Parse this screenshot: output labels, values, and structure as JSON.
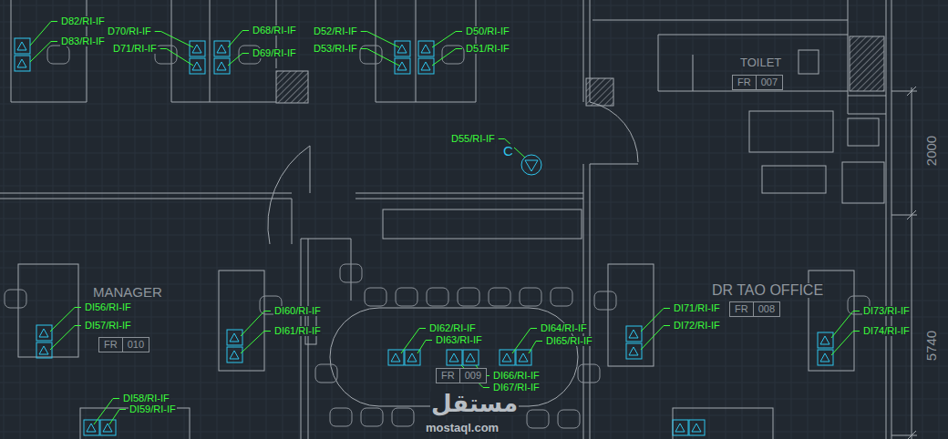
{
  "diagram": {
    "nodes": [
      {
        "text": [
          "TOILET",
          "FR",
          "007"
        ]
      },
      {
        "text": [
          "MANAGER",
          "FR",
          "010"
        ]
      },
      {
        "text": [
          "DR TAO OFFICE",
          "FR",
          "008"
        ]
      },
      {
        "text": [
          "FR",
          "009"
        ]
      }
    ],
    "labels": [
      "D82/RI-IF",
      "D83/RI-IF",
      "D70/RI-IF",
      "D71/RI-IF",
      "D68/RI-IF",
      "D69/RI-IF",
      "D52/RI-IF",
      "D53/RI-IF",
      "D50/RI-IF",
      "D51/RI-IF",
      "D55/RI-IF",
      "C",
      "DI56/RI-IF",
      "DI57/RI-IF",
      "DI60/RI-IF",
      "DI61/RI-IF",
      "DI62/RI-IF",
      "DI63/RI-IF",
      "DI64/RI-IF",
      "DI65/RI-IF",
      "DI66/RI-IF",
      "DI67/RI-IF",
      "DI71/RI-IF",
      "DI72/RI-IF",
      "DI73/RI-IF",
      "DI74/RI-IF",
      "DI58/RI-IF",
      "DI59/RI-IF",
      "2000",
      "5740",
      "مستقل",
      "mostaql.com"
    ]
  }
}
